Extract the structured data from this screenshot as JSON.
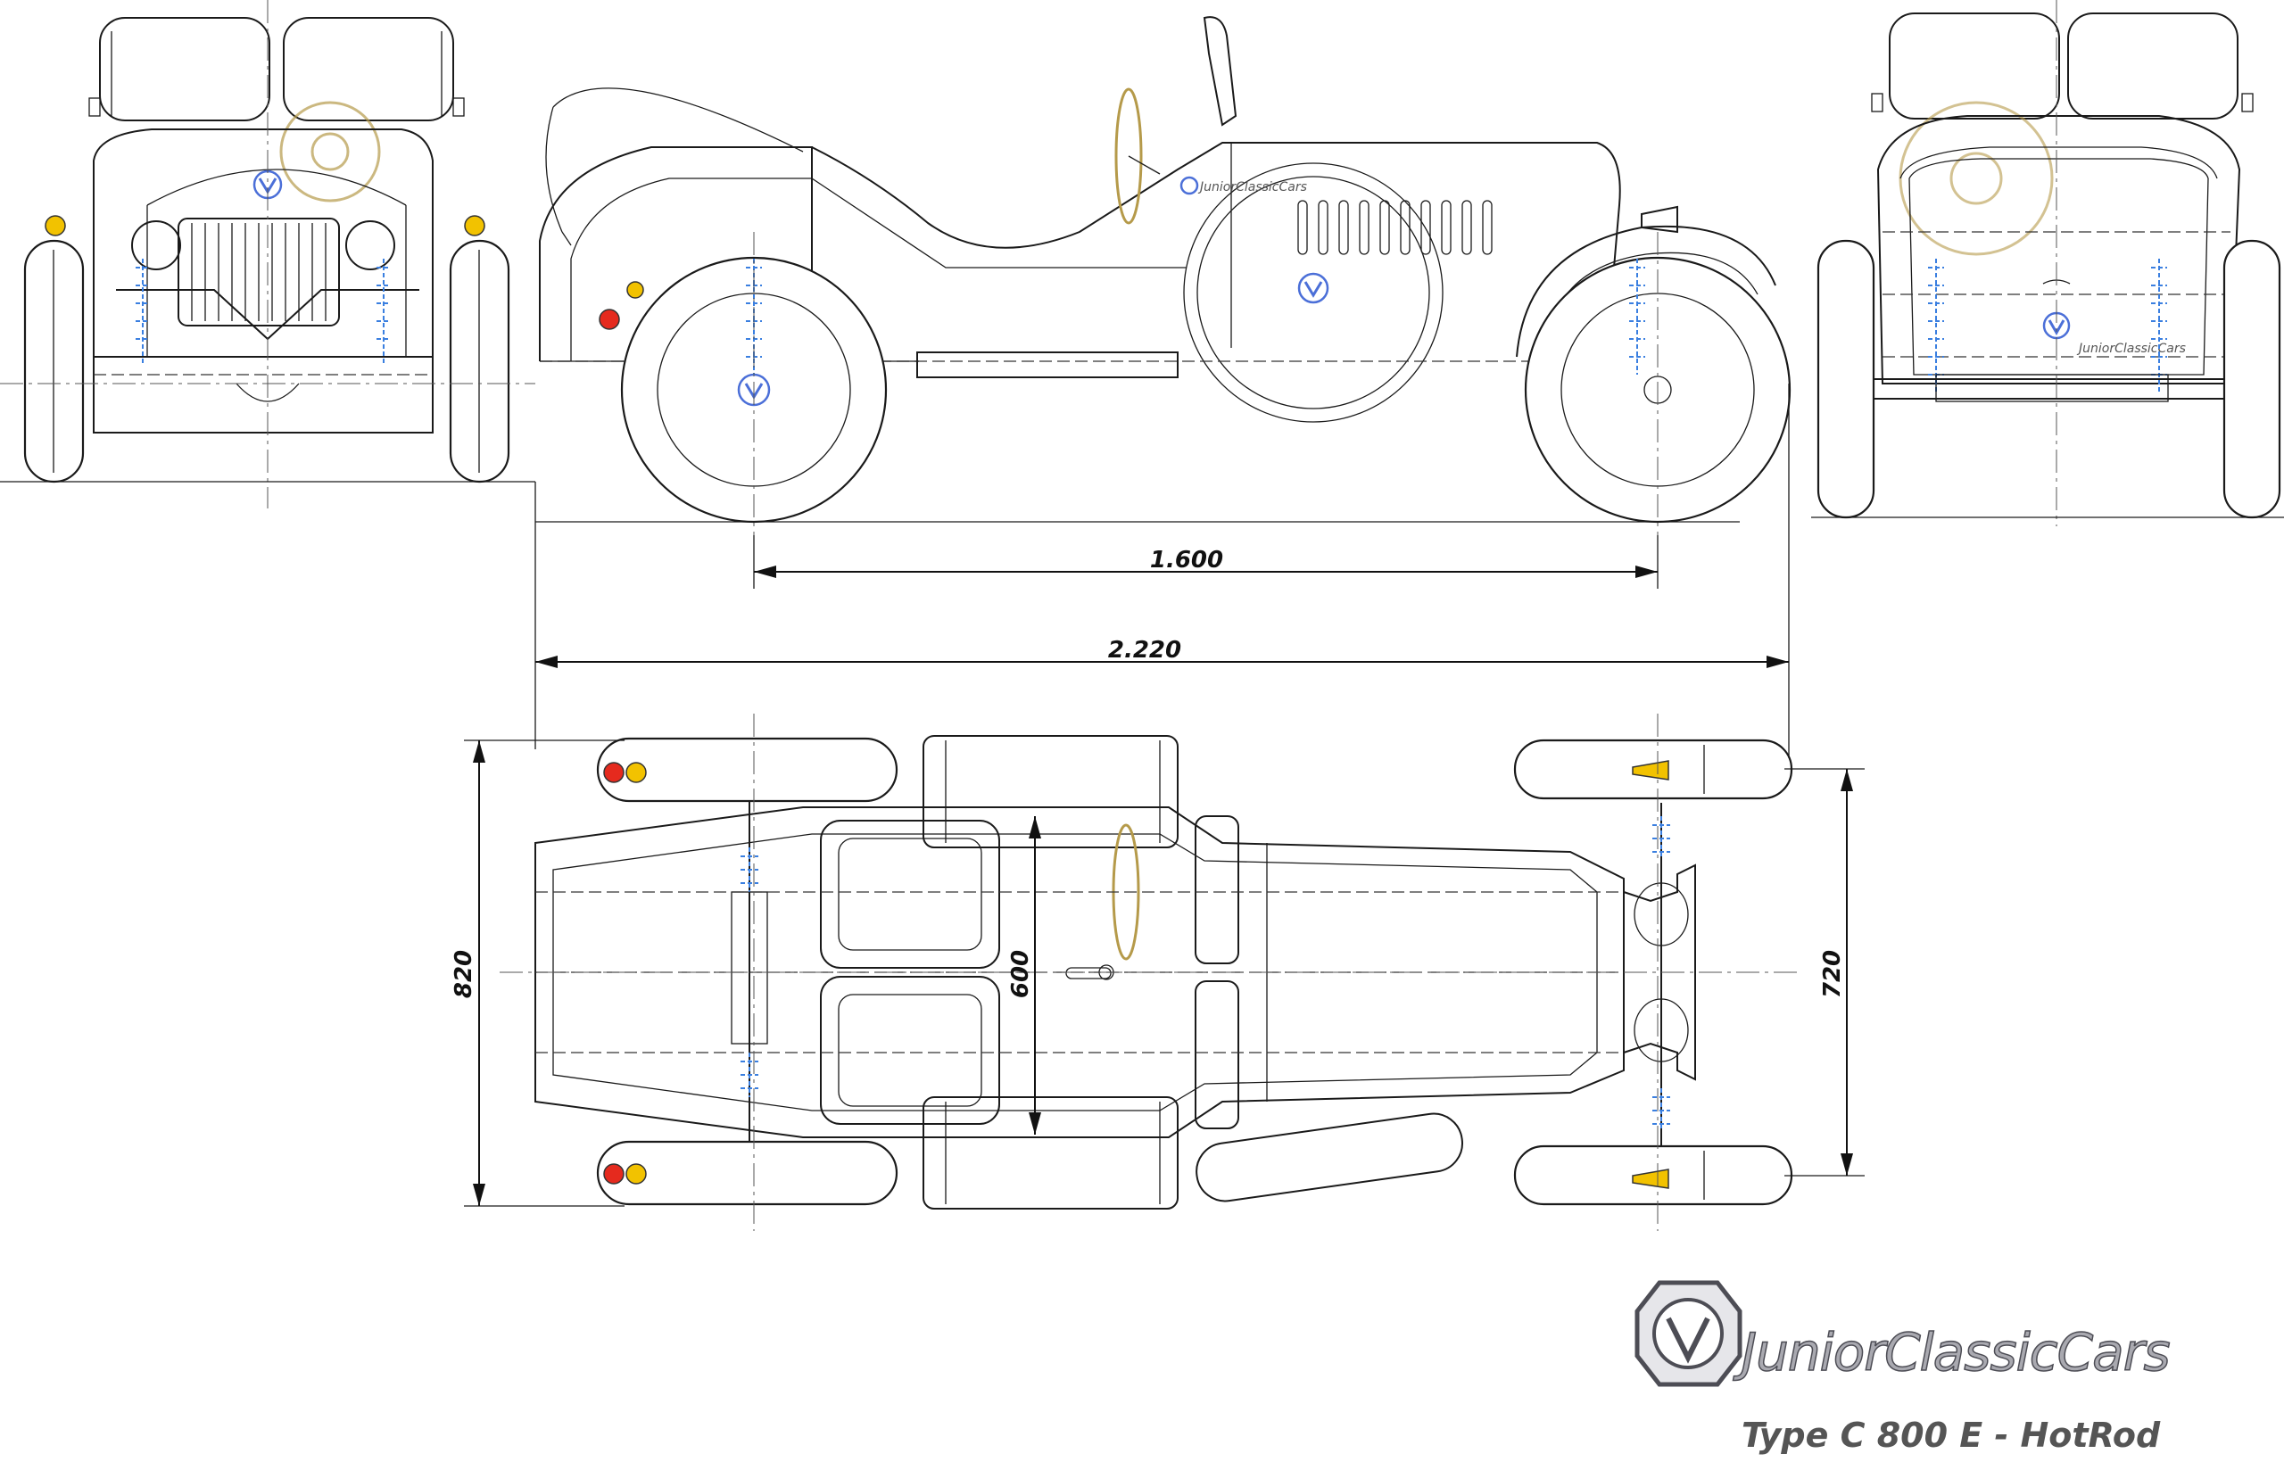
{
  "dimensions": {
    "wheelbase": "1.600",
    "length": "2.220",
    "width": "820",
    "track": "720",
    "seat_width": "600"
  },
  "brand": {
    "name": "JuniorClassicCars",
    "model_line": "Type  C 800 E - HotRod"
  },
  "body_badge": {
    "side": "JuniorClassicCars",
    "rear": "JuniorClassicCars"
  },
  "colors": {
    "outline": "#1a1a1a",
    "spring_blue": "#3a7fe0",
    "lamp_amber": "#f2c200",
    "lamp_red": "#e52a1e",
    "steering_gold": "#b59a4a",
    "logo_grey": "#a9a9b0"
  }
}
